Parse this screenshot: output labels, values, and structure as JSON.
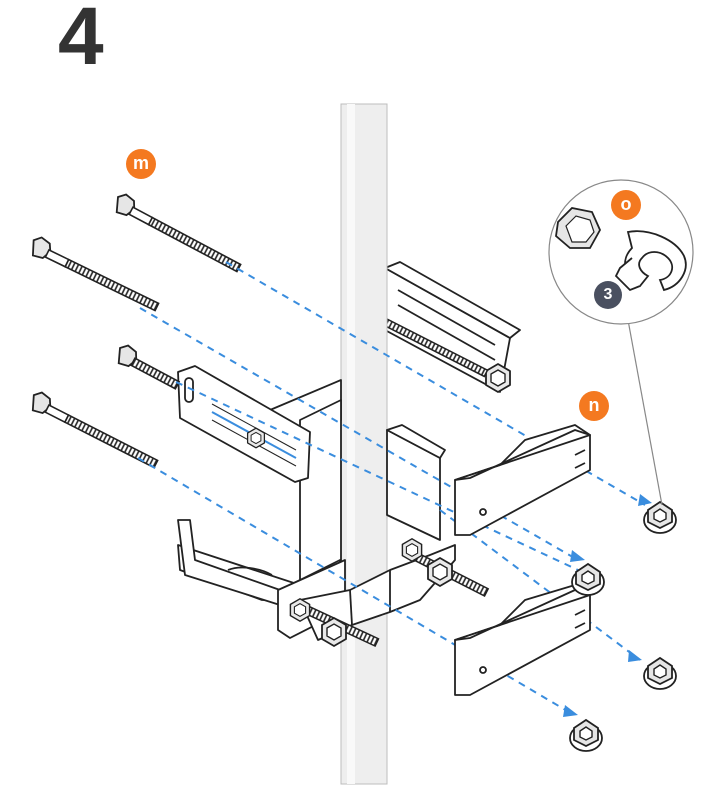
{
  "step": {
    "number": "4"
  },
  "callouts": {
    "m": "m",
    "n": "n",
    "o": "o",
    "tool_size": "3"
  },
  "colors": {
    "accent_orange": "#F47920",
    "badge_dark": "#4A5060",
    "guide_line": "#3A8DDE",
    "line_art": "#222222",
    "pole_fill": "#EEEEEE"
  },
  "icons": {
    "bolts": "hex-bolt-icon",
    "nuts": "flange-nut-icon",
    "tool": "wrench-icon"
  }
}
